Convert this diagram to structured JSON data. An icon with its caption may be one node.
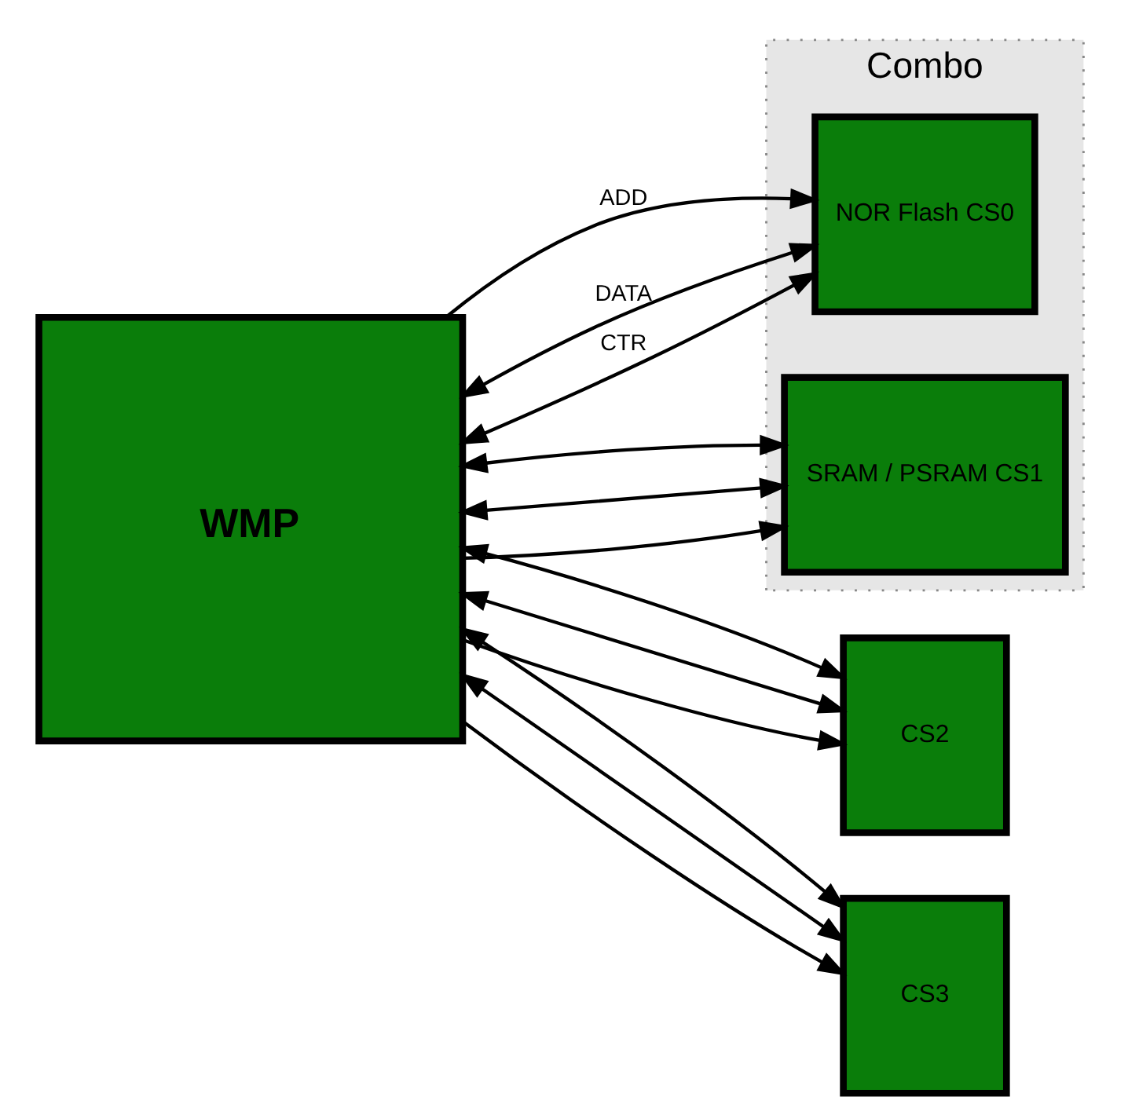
{
  "diagram": {
    "nodes": [
      {
        "text": [
          "WMP"
        ]
      },
      {
        "text": [
          "Combo"
        ]
      },
      {
        "text": [
          "NOR Flash CS0"
        ],
        "in": 1
      },
      {
        "text": [
          "SRAM / PSRAM CS1"
        ],
        "in": 1
      },
      {
        "text": [
          "CS2"
        ]
      },
      {
        "text": [
          "CS3"
        ]
      }
    ],
    "edges": [
      {
        "from": 0,
        "to": 2,
        "arrow": "to",
        "label": "ADD"
      },
      {
        "from": 0,
        "to": 3,
        "arrow": "to"
      },
      {
        "from": 0,
        "to": 4,
        "arrow": "to"
      },
      {
        "from": 0,
        "to": 5,
        "arrow": "to"
      },
      {
        "from": 0,
        "to": 2,
        "arrow": "both",
        "label": "DATA"
      },
      {
        "from": 0,
        "to": 3,
        "arrow": "both"
      },
      {
        "from": 0,
        "to": 4,
        "arrow": "both"
      },
      {
        "from": 0,
        "to": 5,
        "arrow": "both"
      },
      {
        "from": 0,
        "to": 2,
        "arrow": "both",
        "label": "CTR"
      },
      {
        "from": 0,
        "to": 3,
        "arrow": "both"
      },
      {
        "from": 0,
        "to": 4,
        "arrow": "both"
      },
      {
        "from": 0,
        "to": 5,
        "arrow": "both"
      }
    ]
  }
}
